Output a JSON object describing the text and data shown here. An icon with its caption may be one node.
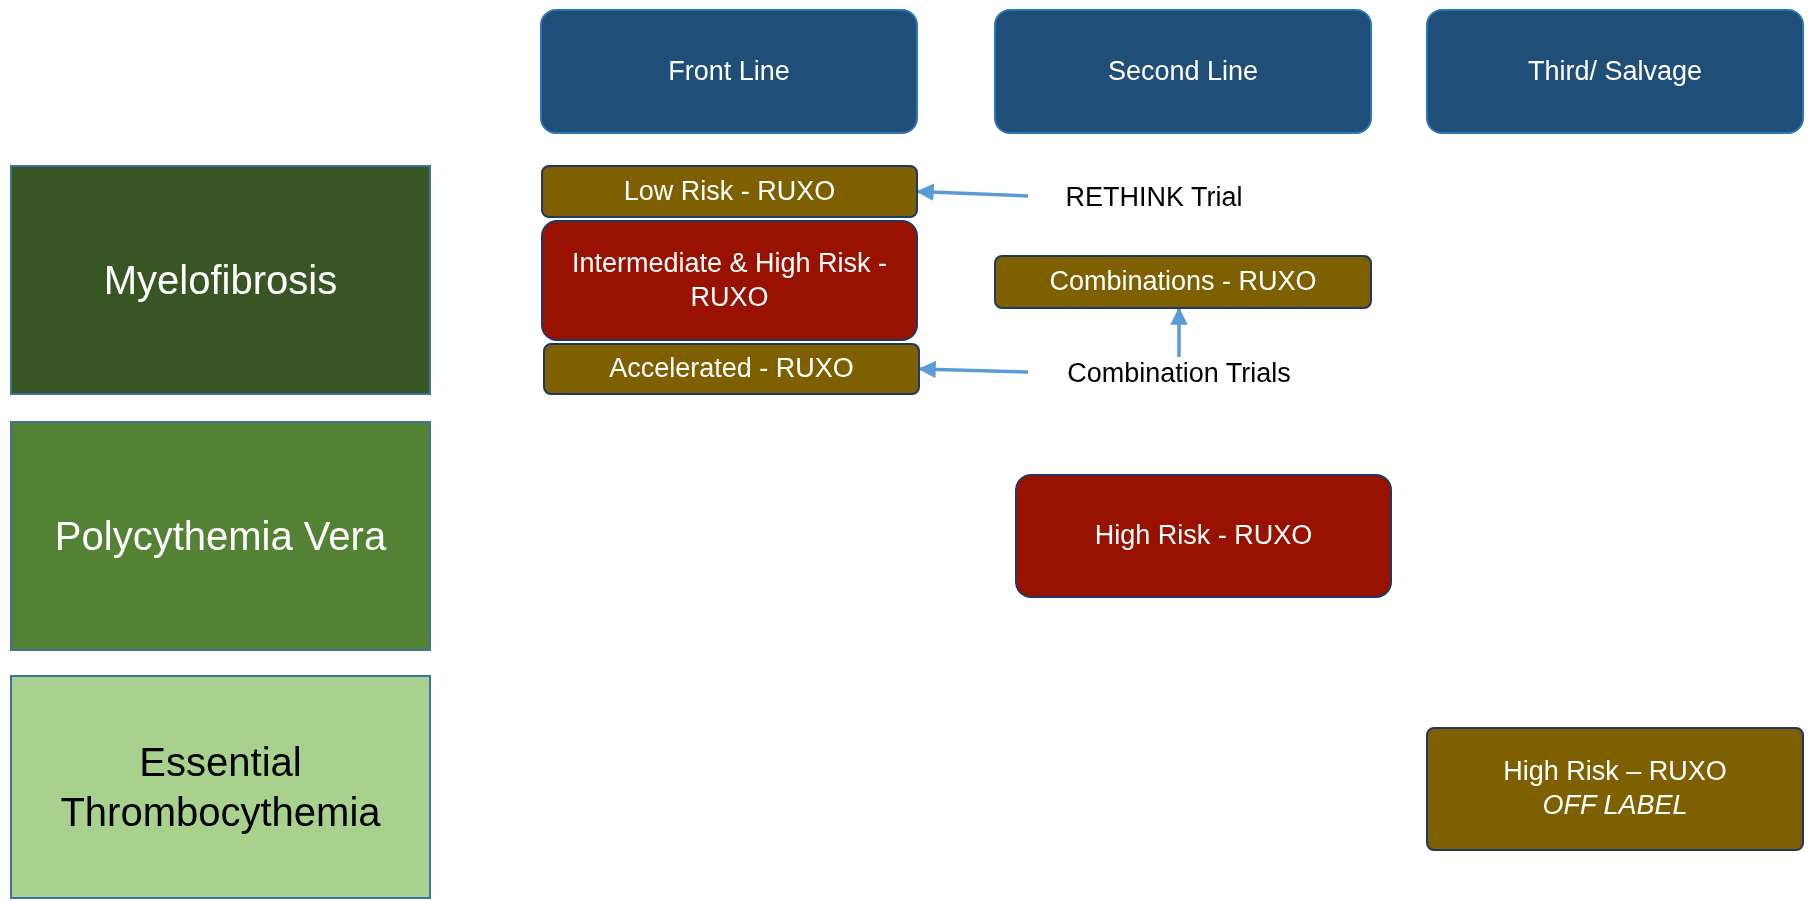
{
  "diagram": {
    "nodes": [
      {
        "text": [
          "Front Line"
        ]
      },
      {
        "text": [
          "Second Line"
        ]
      },
      {
        "text": [
          "Third/ Salvage"
        ]
      },
      {
        "text": [
          "Myelofibrosis"
        ]
      },
      {
        "text": [
          "Polycythemia Vera"
        ]
      },
      {
        "text": [
          "Essential Thrombocythemia"
        ]
      },
      {
        "text": [
          "Low Risk - RUXO"
        ]
      },
      {
        "text": [
          "Intermediate & High Risk - RUXO"
        ]
      },
      {
        "text": [
          "Accelerated - RUXO"
        ]
      },
      {
        "text": [
          "RETHINK Trial"
        ]
      },
      {
        "text": [
          "Combinations - RUXO"
        ]
      },
      {
        "text": [
          "Combination Trials"
        ]
      },
      {
        "text": [
          "High Risk - RUXO"
        ]
      },
      {
        "text": [
          "High Risk – RUXO",
          "OFF LABEL"
        ]
      }
    ],
    "edges": [
      {
        "from": 9,
        "to": 6,
        "arrow": "to"
      },
      {
        "from": 11,
        "to": 8,
        "arrow": "to"
      },
      {
        "from": 11,
        "to": 10,
        "arrow": "to"
      }
    ]
  }
}
